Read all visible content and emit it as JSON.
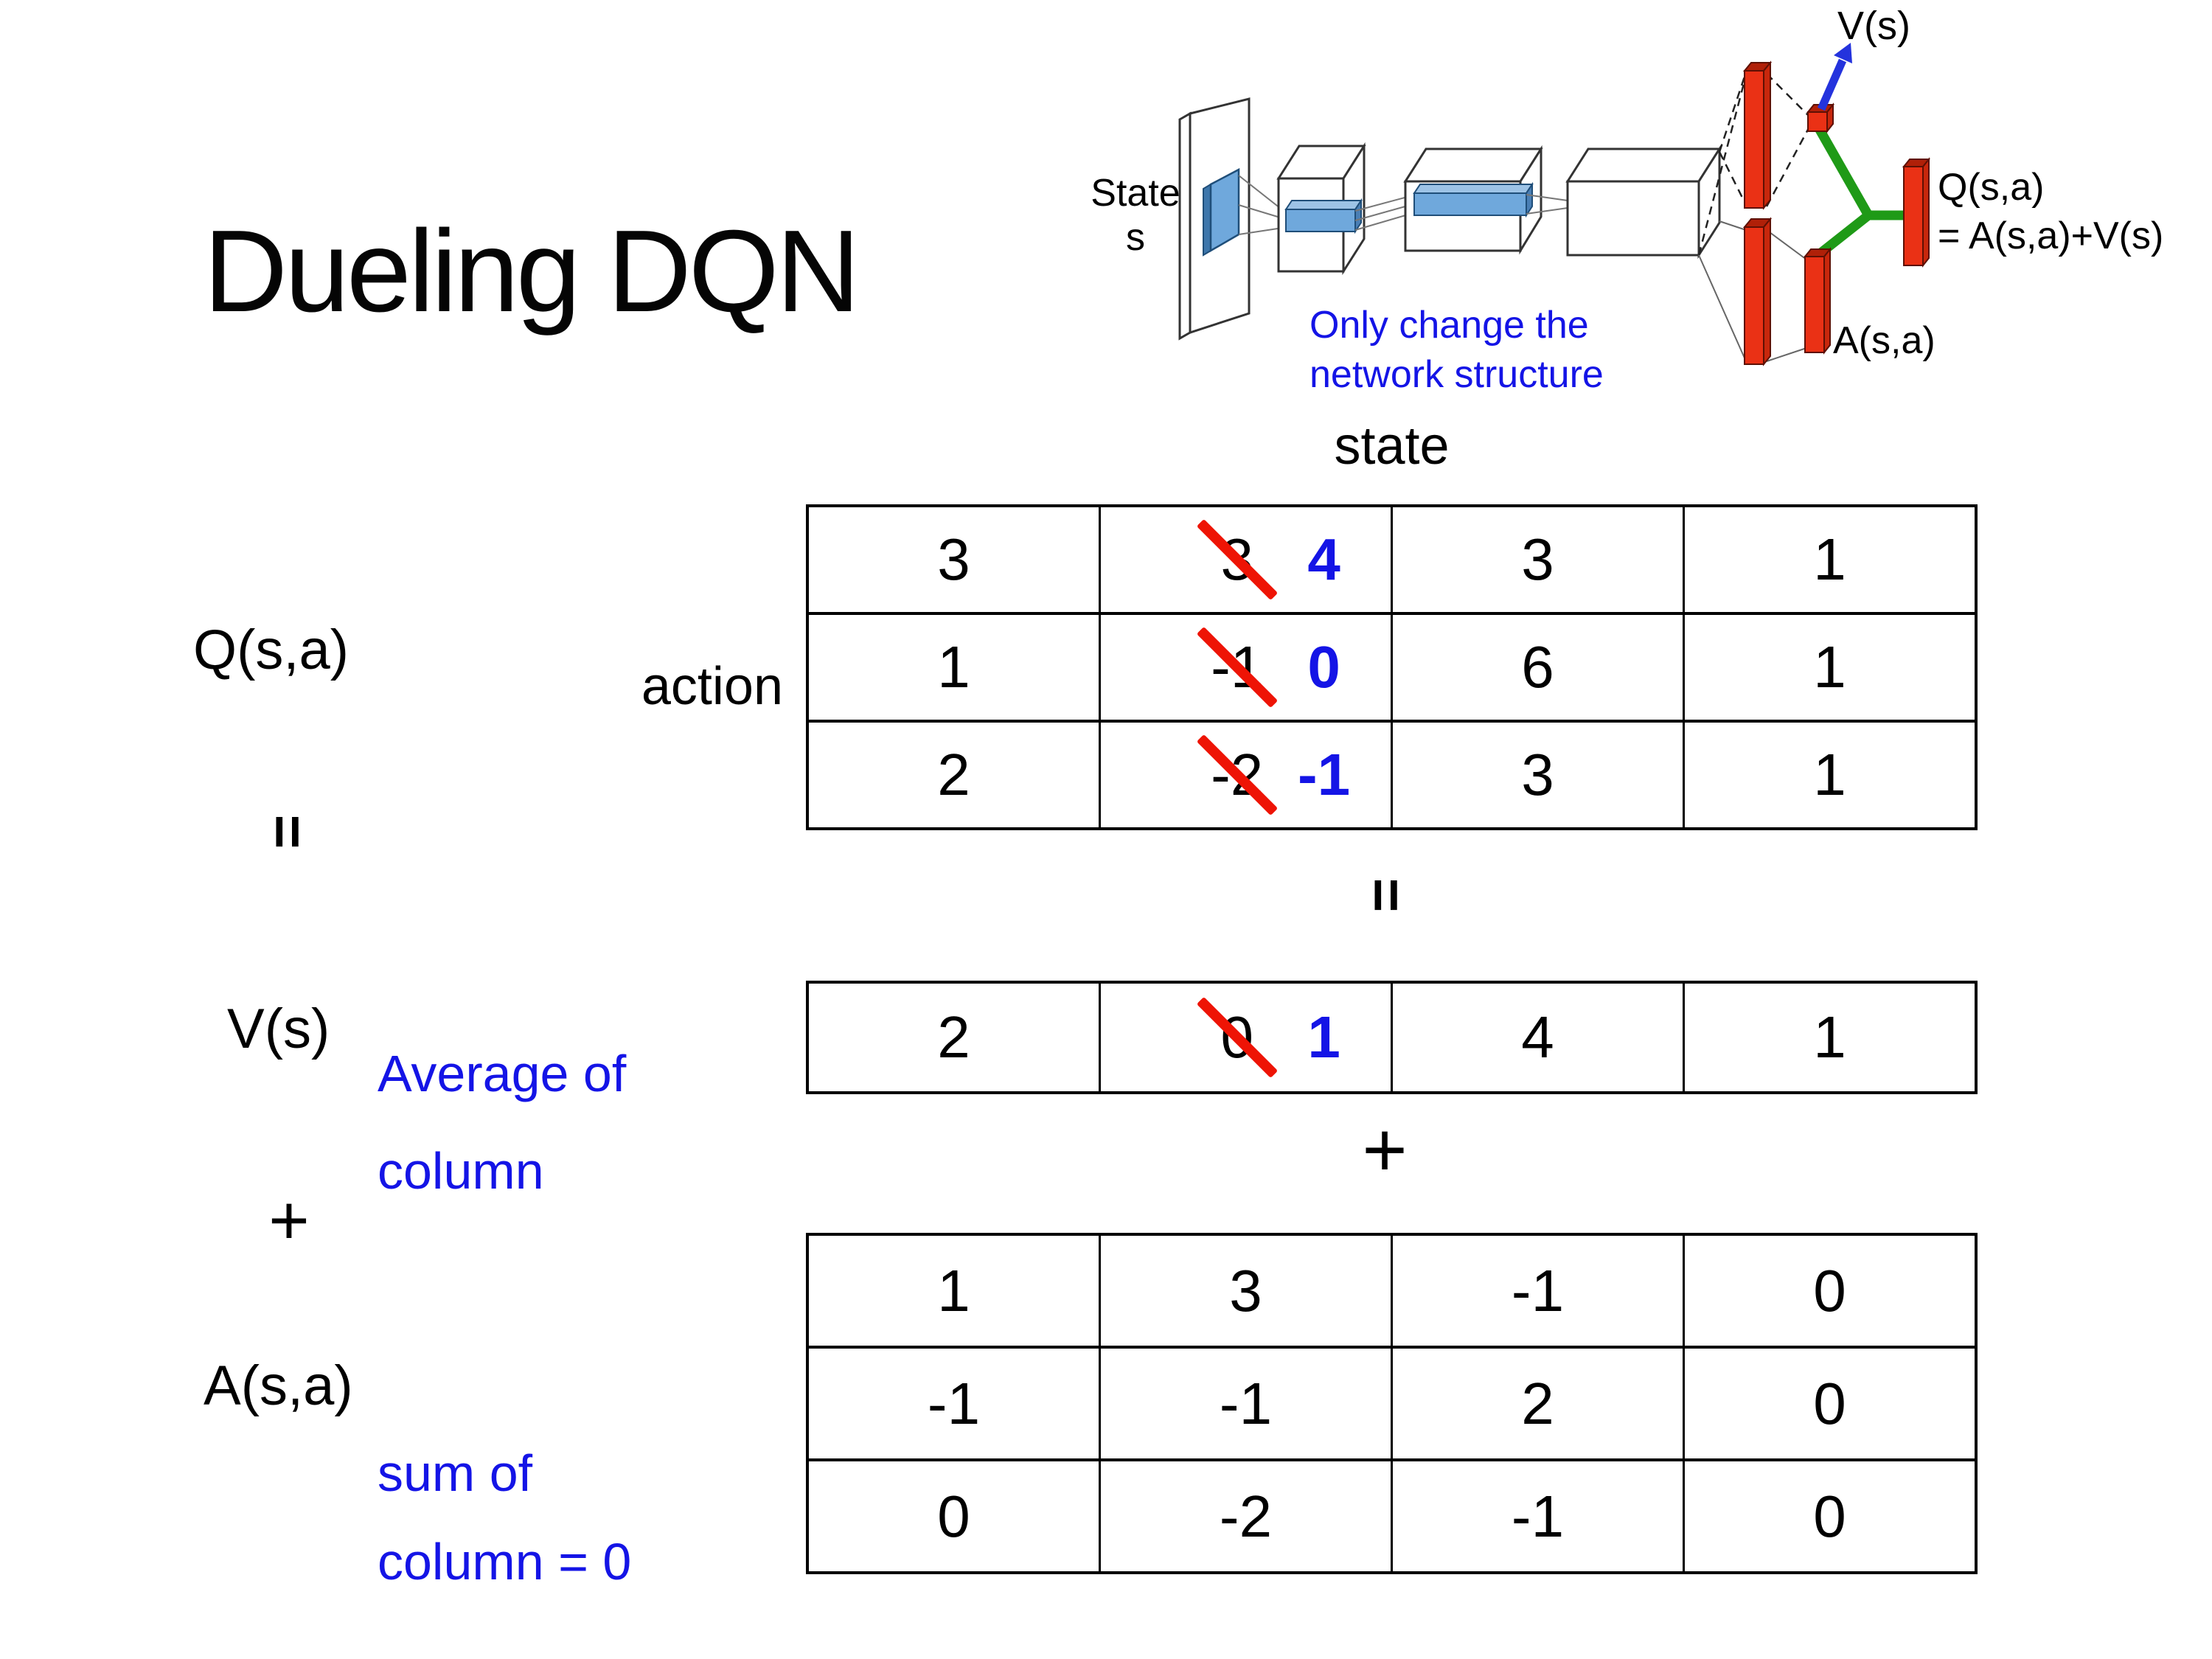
{
  "title": "Dueling DQN",
  "diagram": {
    "state_line1": "State",
    "state_line2": "s",
    "note_line1": "Only change the",
    "note_line2": "network structure",
    "v_out_label": "V(s)",
    "q_out_line1": "Q(s,a)",
    "q_out_line2": "= A(s,a)+V(s)",
    "a_out_label": "A(s,a)"
  },
  "equation": {
    "q_label": "Q(s,a)",
    "action_header": "action",
    "state_header": "state",
    "equals_left": "=",
    "equals_mid": "=",
    "v_label": "V(s)",
    "plus_left": "+",
    "plus_mid": "+",
    "a_label": "A(s,a)",
    "avg_line1": "Average of",
    "avg_line2": "column",
    "sum_line1": "sum of",
    "sum_line2": "column = 0"
  },
  "tables": {
    "q": [
      [
        {
          "v": "3"
        },
        {
          "old": "3",
          "new": "4"
        },
        {
          "v": "3"
        },
        {
          "v": "1"
        }
      ],
      [
        {
          "v": "1"
        },
        {
          "old": "-1",
          "new": "0"
        },
        {
          "v": "6"
        },
        {
          "v": "1"
        }
      ],
      [
        {
          "v": "2"
        },
        {
          "old": "-2",
          "new": "-1"
        },
        {
          "v": "3"
        },
        {
          "v": "1"
        }
      ]
    ],
    "v": [
      [
        {
          "v": "2"
        },
        {
          "old": "0",
          "new": "1"
        },
        {
          "v": "4"
        },
        {
          "v": "1"
        }
      ]
    ],
    "a": [
      [
        {
          "v": "1"
        },
        {
          "v": "3"
        },
        {
          "v": "-1"
        },
        {
          "v": "0"
        }
      ],
      [
        {
          "v": "-1"
        },
        {
          "v": "-1"
        },
        {
          "v": "2"
        },
        {
          "v": "0"
        }
      ],
      [
        {
          "v": "0"
        },
        {
          "v": "-2"
        },
        {
          "v": "-1"
        },
        {
          "v": "0"
        }
      ]
    ]
  },
  "colors": {
    "text_blue": "#1414e6",
    "strike_red": "#ee1405",
    "bar_red": "#ea3115",
    "conv_blue": "#6fa8dc",
    "merge_green": "#1f9a17",
    "arrow_blue": "#2433dd"
  }
}
